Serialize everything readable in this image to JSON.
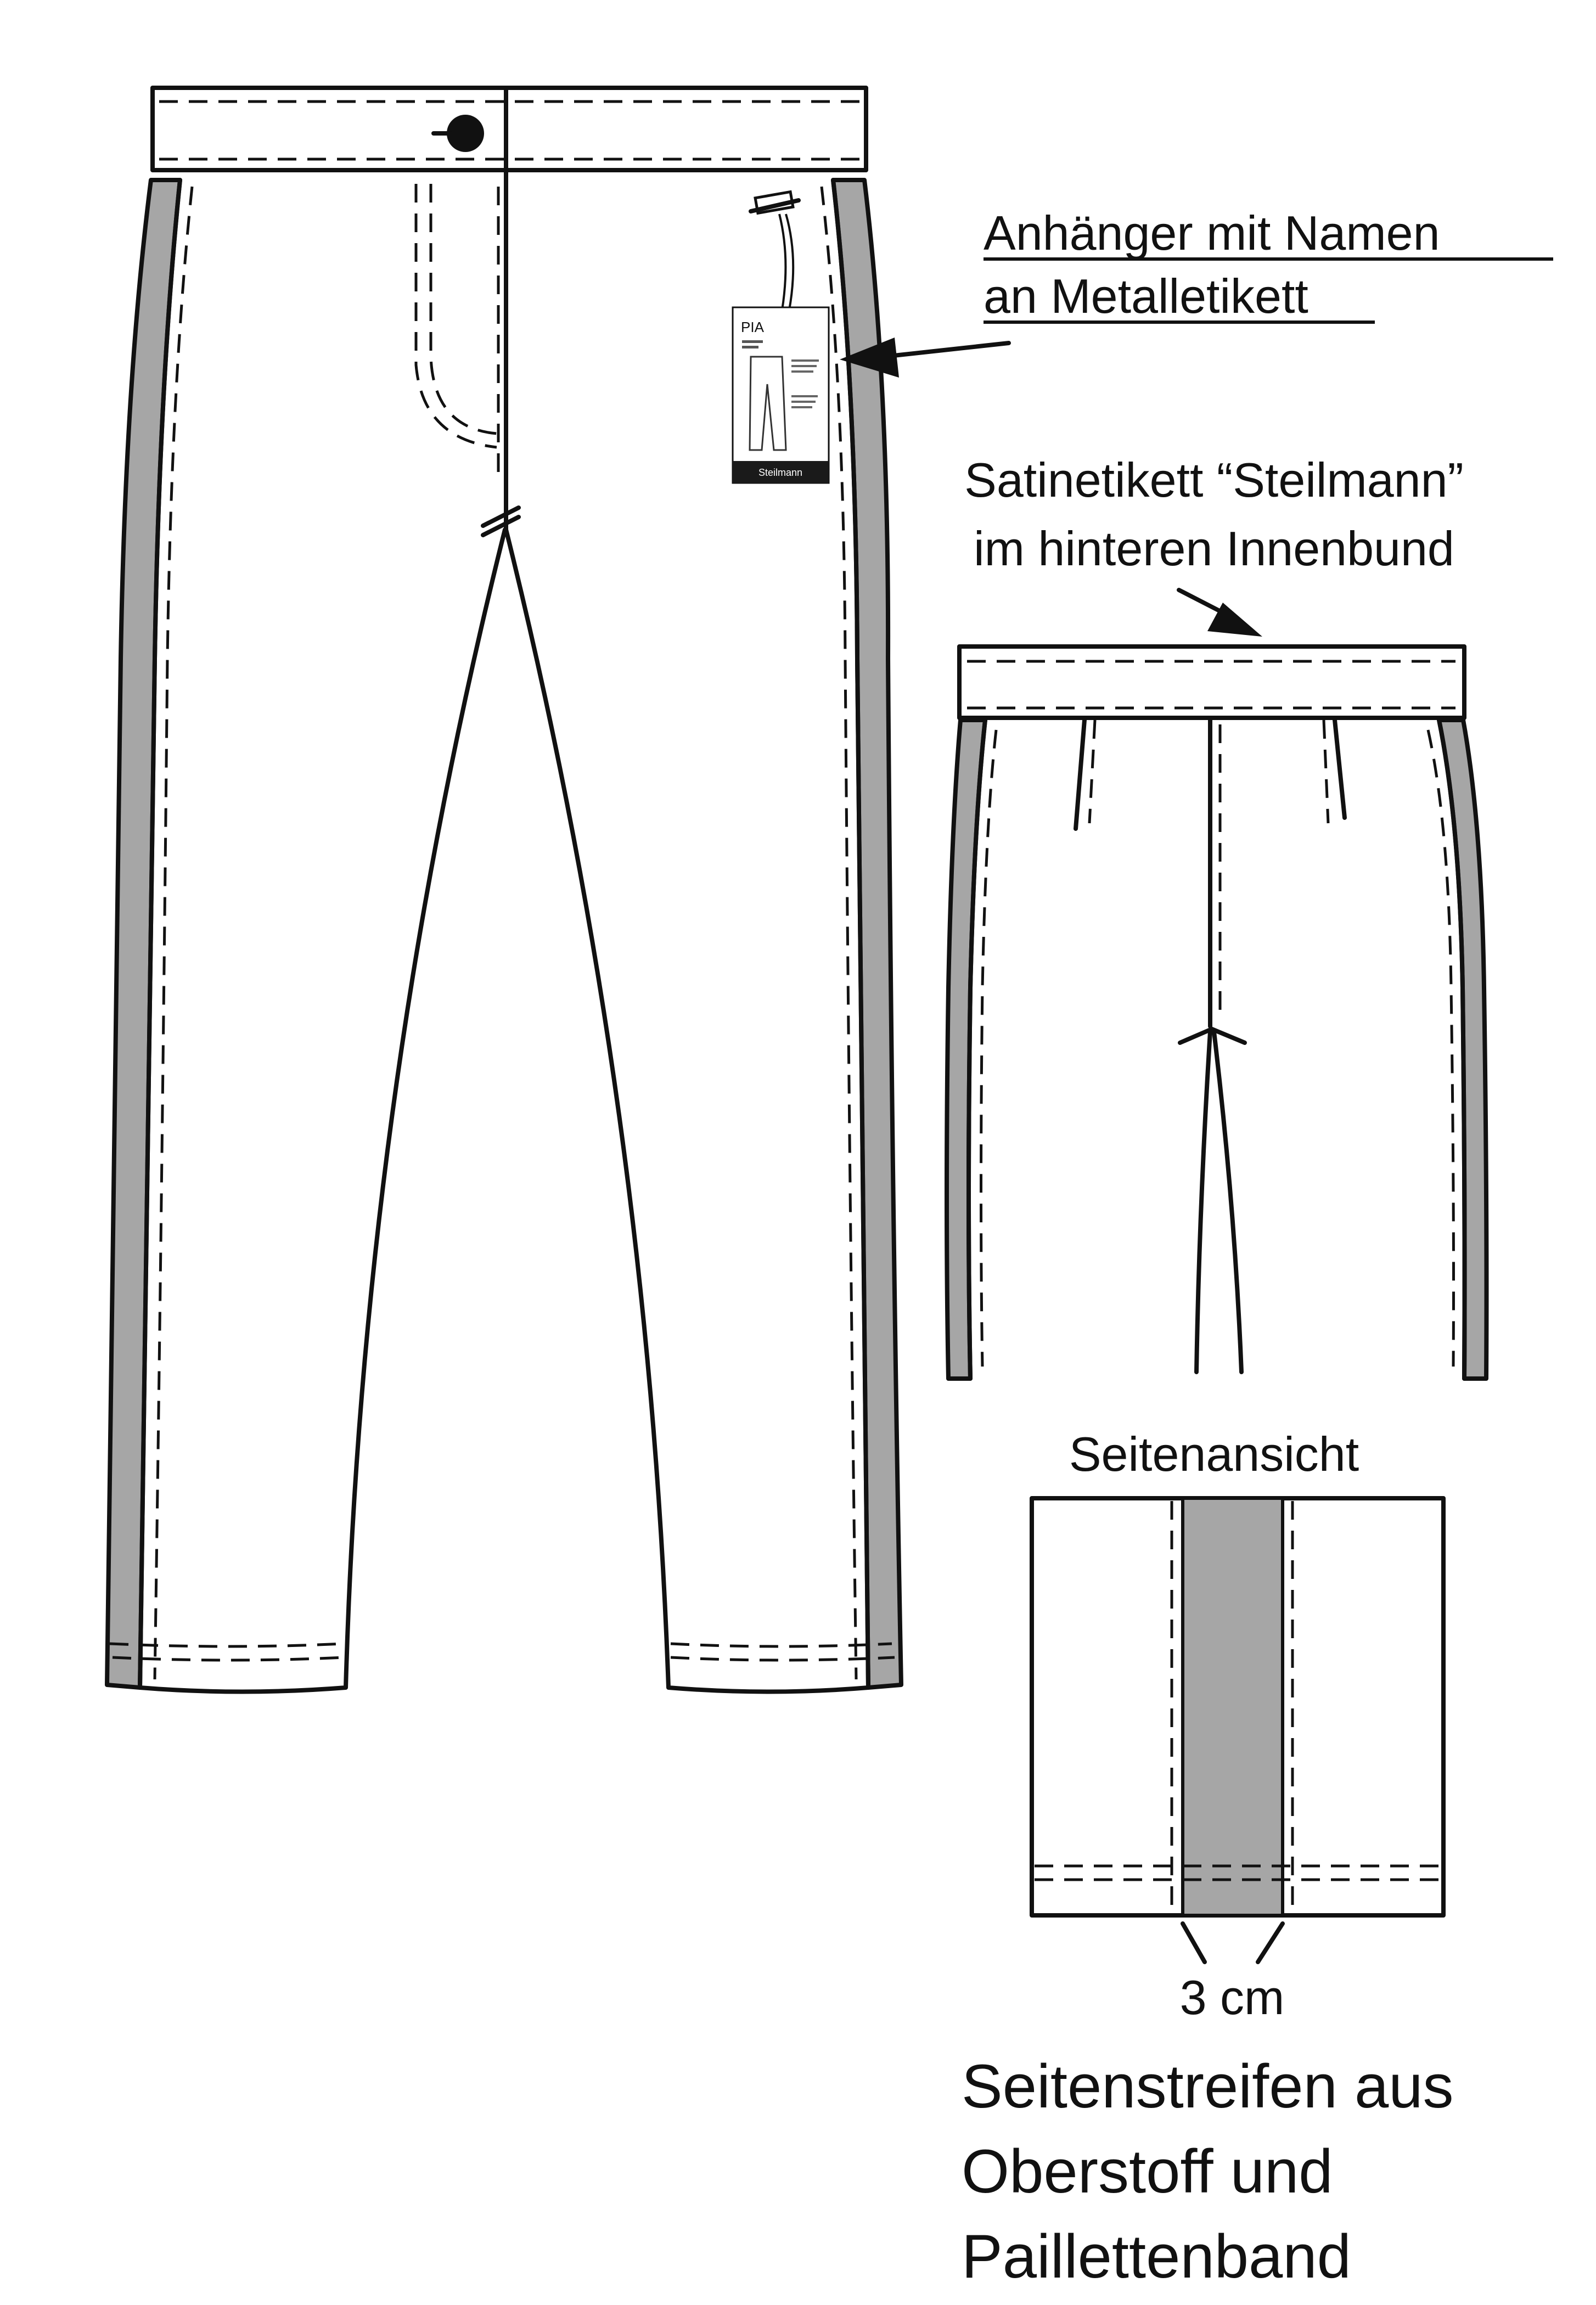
{
  "annotations": {
    "hang_tag_label_line1": "Anhänger mit Namen",
    "hang_tag_label_line2": "an Metalletikett",
    "satin_label_line1": "Satinetikett “Steilmann”",
    "satin_label_line2": "im hinteren Innenbund",
    "side_view_title": "Seitenansicht",
    "stripe_width": "3 cm",
    "stripe_note_line1": "Seitenstreifen aus",
    "stripe_note_line2": "Oberstoff und",
    "stripe_note_line3": "Paillettenband"
  },
  "hang_tag": {
    "name": "PIA",
    "brand": "Steilmann"
  },
  "colors": {
    "stroke": "#111111",
    "side_stripe": "#a6a6a6",
    "background": "#ffffff"
  }
}
